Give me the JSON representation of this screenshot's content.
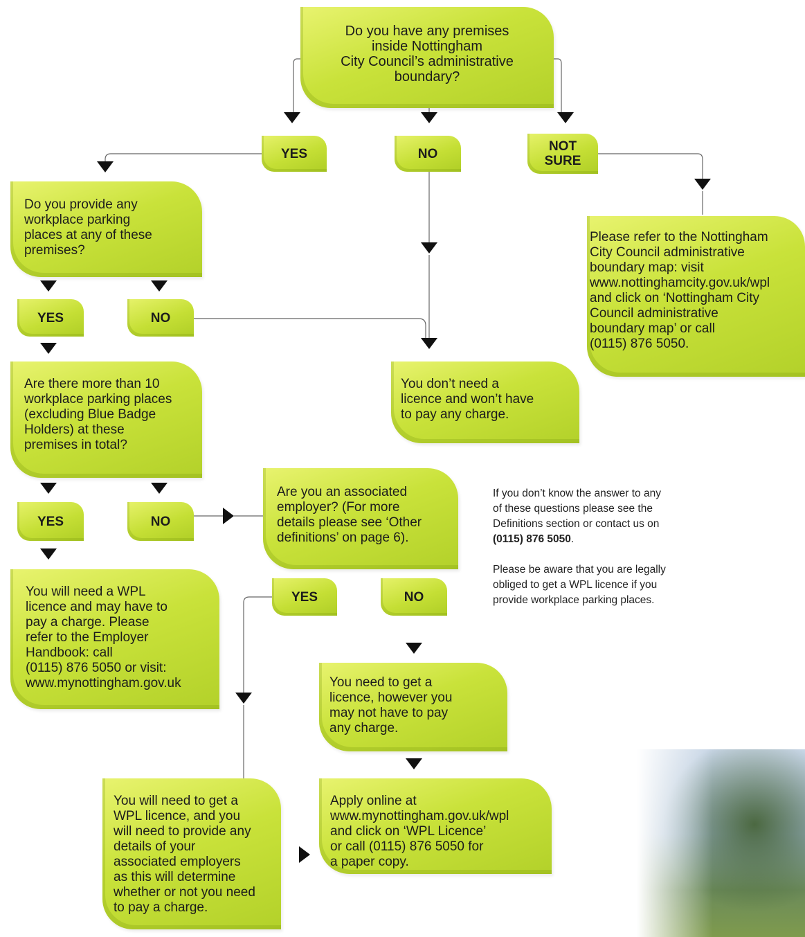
{
  "start": {
    "lines": [
      "Do you have any premises",
      "inside Nottingham",
      "City Council’s administrative",
      "boundary?"
    ]
  },
  "answers": {
    "yes": "YES",
    "no": "NO",
    "not_sure_1": "NOT",
    "not_sure_2": "SURE"
  },
  "q_parking": {
    "lines": [
      "Do you provide any",
      "workplace parking",
      "places at any of these",
      "premises?"
    ]
  },
  "q_more_than_10": {
    "lines": [
      "Are there more than 10",
      "workplace parking places",
      "(excluding Blue Badge",
      "Holders) at these",
      "premises in total?"
    ]
  },
  "q_associated": {
    "lines": [
      "Are you an associated",
      "employer? (For more",
      "details please see ‘Other",
      "definitions’ on page 6)."
    ]
  },
  "refer_map": {
    "lines": [
      "Please refer to the Nottingham",
      "City Council administrative",
      "boundary map: visit",
      "www.nottinghamcity.gov.uk/wpl",
      "and click on ‘Nottingham City",
      "Council administrative",
      "boundary map’ or call",
      "(0115) 876 5050."
    ]
  },
  "no_licence": {
    "lines": [
      "You don’t need a",
      "licence and won’t have",
      "to pay any charge."
    ]
  },
  "need_licence_charge": {
    "lines": [
      "You will need a WPL",
      "licence and may have to",
      "pay a charge. Please",
      "refer to the Employer",
      "Handbook: call",
      "(0115) 876 5050 or visit:",
      "www.mynottingham.gov.uk"
    ]
  },
  "need_licence_no_charge": {
    "lines": [
      "You need to get a",
      "licence, however you",
      "may not have to pay",
      "any charge."
    ]
  },
  "need_licence_associated": {
    "lines": [
      "You will need to get a",
      "WPL licence, and you",
      "will need to provide any",
      "details of your",
      "associated employers",
      "as this will determine",
      "whether or not you need",
      "to pay a charge."
    ]
  },
  "apply_online": {
    "lines": [
      "Apply online at",
      "www.mynottingham.gov.uk/wpl",
      "and click on ‘WPL Licence’",
      "or call (0115) 876 5050 for",
      "a paper copy."
    ]
  },
  "note": {
    "p1_lines": [
      "If you don’t know the answer to any",
      "of these questions please see the",
      "Definitions section or contact us on"
    ],
    "p1_phone": "(0115) 876 5050",
    "p1_end": ".",
    "p2_lines": [
      "Please be aware that you are legally",
      "obliged to get a WPL licence if you",
      "provide workplace parking places."
    ]
  },
  "colors": {
    "box_green": "#c9e23a",
    "box_light": "#e8f36f",
    "line": "#555555",
    "arrow": "#111111"
  }
}
